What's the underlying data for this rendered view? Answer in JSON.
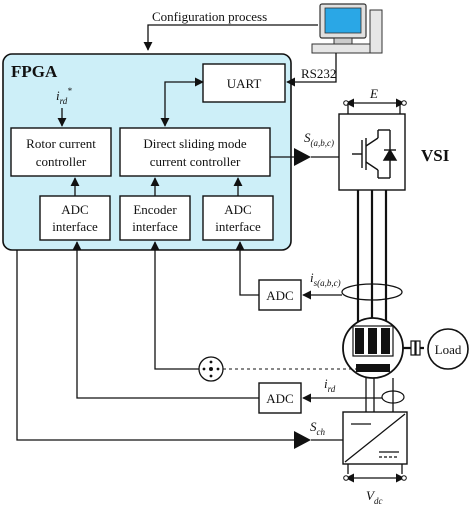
{
  "top": {
    "config_process": "Configuration process",
    "rs232": "RS232"
  },
  "fpga": {
    "title": "FPGA",
    "uart": "UART",
    "ird_ref": "i",
    "ird_ref_sub": "rd",
    "ird_ref_sup": "*",
    "rotor_ctrl": [
      "Rotor current",
      "controller"
    ],
    "dsm_ctrl": [
      "Direct sliding mode",
      "current controller"
    ],
    "adc_if_left": [
      "ADC",
      "interface"
    ],
    "encoder_if": [
      "Encoder",
      "interface"
    ],
    "adc_if_right": [
      "ADC",
      "interface"
    ],
    "fill_color": "#cdeff8"
  },
  "signals": {
    "s_abc": "S",
    "s_abc_sub": "(a,b,c)",
    "is_abc": "i",
    "is_abc_sub": "s(a,b,c)",
    "ird": "i",
    "ird_sub": "rd",
    "sch": "S",
    "sch_sub": "ch",
    "e": "E",
    "vdc": "V",
    "vdc_sub": "dc"
  },
  "blocks": {
    "vsi": "VSI",
    "adc_top": "ADC",
    "adc_bottom": "ADC",
    "load": "Load"
  },
  "computer": {
    "screen_color": "#2aa7e6"
  }
}
